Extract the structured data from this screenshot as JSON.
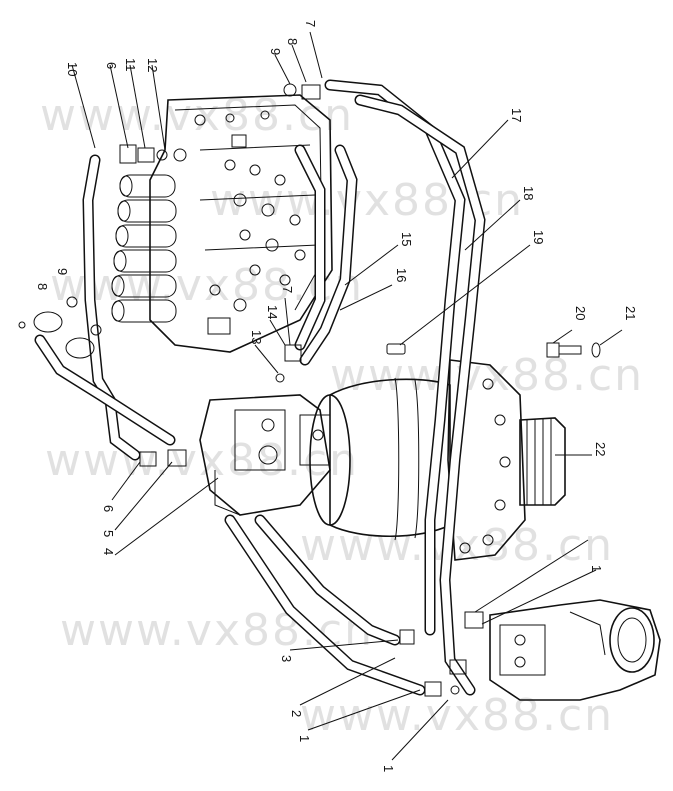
{
  "watermark": "www.vx88.cn",
  "callouts": [
    {
      "id": "c10a",
      "text": "10"
    },
    {
      "id": "c6a",
      "text": "6"
    },
    {
      "id": "c11",
      "text": "11"
    },
    {
      "id": "c12",
      "text": "12"
    },
    {
      "id": "c9a",
      "text": "9"
    },
    {
      "id": "c8a",
      "text": "8"
    },
    {
      "id": "c7a",
      "text": "7"
    },
    {
      "id": "c17",
      "text": "17"
    },
    {
      "id": "c18",
      "text": "18"
    },
    {
      "id": "c19",
      "text": "19"
    },
    {
      "id": "c15",
      "text": "15"
    },
    {
      "id": "c16",
      "text": "16"
    },
    {
      "id": "c7b",
      "text": "7"
    },
    {
      "id": "c8b",
      "text": "8"
    },
    {
      "id": "c9b",
      "text": "9"
    },
    {
      "id": "c14",
      "text": "14"
    },
    {
      "id": "c13",
      "text": "13"
    },
    {
      "id": "c20",
      "text": "20"
    },
    {
      "id": "c21",
      "text": "21"
    },
    {
      "id": "c22",
      "text": "22"
    },
    {
      "id": "c6b",
      "text": "6"
    },
    {
      "id": "c5",
      "text": "5"
    },
    {
      "id": "c4",
      "text": "4"
    },
    {
      "id": "c3",
      "text": "3"
    },
    {
      "id": "c2",
      "text": "2"
    },
    {
      "id": "c1a",
      "text": "1"
    },
    {
      "id": "c1b",
      "text": "1"
    },
    {
      "id": "c1c",
      "text": "1"
    }
  ]
}
